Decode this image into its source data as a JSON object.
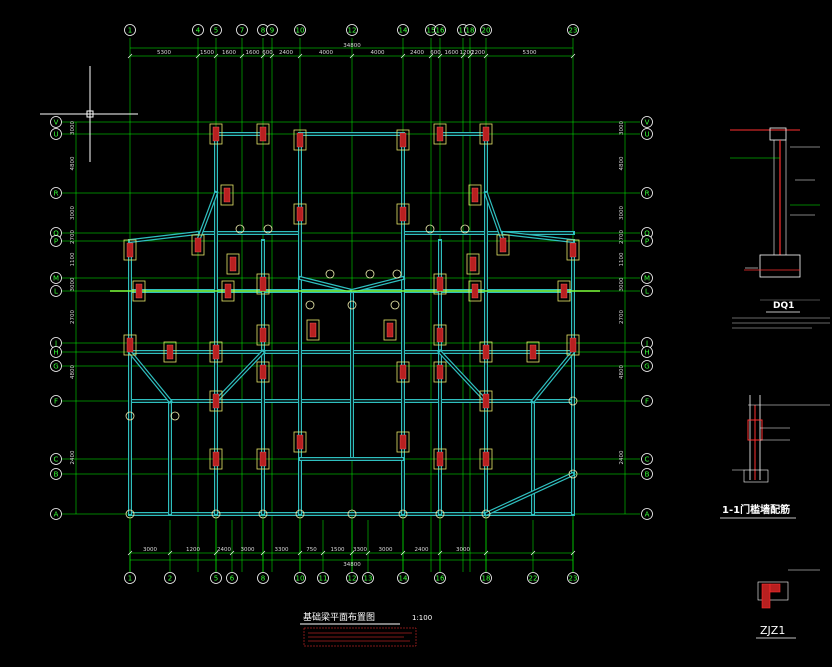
{
  "plan": {
    "top_axes": [
      "1",
      "4",
      "5",
      "7",
      "8",
      "9",
      "10",
      "12",
      "14",
      "15",
      "16",
      "17",
      "18",
      "20",
      "23"
    ],
    "bottom_axes": [
      "1",
      "2",
      "5",
      "6",
      "8",
      "10",
      "11",
      "12",
      "13",
      "14",
      "16",
      "18",
      "22",
      "23"
    ],
    "left_axes": [
      "V",
      "U",
      "R",
      "Q",
      "P",
      "M",
      "L",
      "J",
      "H",
      "G",
      "F",
      "C",
      "B",
      "A"
    ],
    "right_axes": [
      "V",
      "U",
      "R",
      "Q",
      "P",
      "M",
      "L",
      "J",
      "H",
      "G",
      "F",
      "C",
      "B",
      "A"
    ],
    "top_dims": [
      "5300",
      "1500",
      "1600",
      "1600",
      "600",
      "2400",
      "4000",
      "4000",
      "2400",
      "600",
      "1600",
      "1200",
      "2200",
      "5300"
    ],
    "top_total": "34800",
    "bottom_dims": [
      "3000",
      "1200",
      "2400",
      "3000",
      "3300",
      "750",
      "1500",
      "3300",
      "3000",
      "2400",
      "3000"
    ],
    "bottom_total": "34800",
    "left_dims": [
      "3000",
      "4800",
      "3000",
      "2700",
      "1100",
      "3000",
      "2700",
      "4800",
      "2400"
    ],
    "right_dims": [
      "3000",
      "4800",
      "3000",
      "2700",
      "1100",
      "3000",
      "2700",
      "4800",
      "2400"
    ],
    "title": "基础梁平面布置图",
    "scale": "1:100"
  },
  "details": {
    "dq1_label": "DQ1",
    "wall_title": "1-1门槛墙配筋",
    "zjz_label": "ZJZ1"
  },
  "colors": {
    "axis_line": "#00ff00",
    "beam": "#2fbfbf",
    "column_fill": "#b82020",
    "column_outline": "#e8e86a",
    "axis_bubble": "#ffffff"
  }
}
